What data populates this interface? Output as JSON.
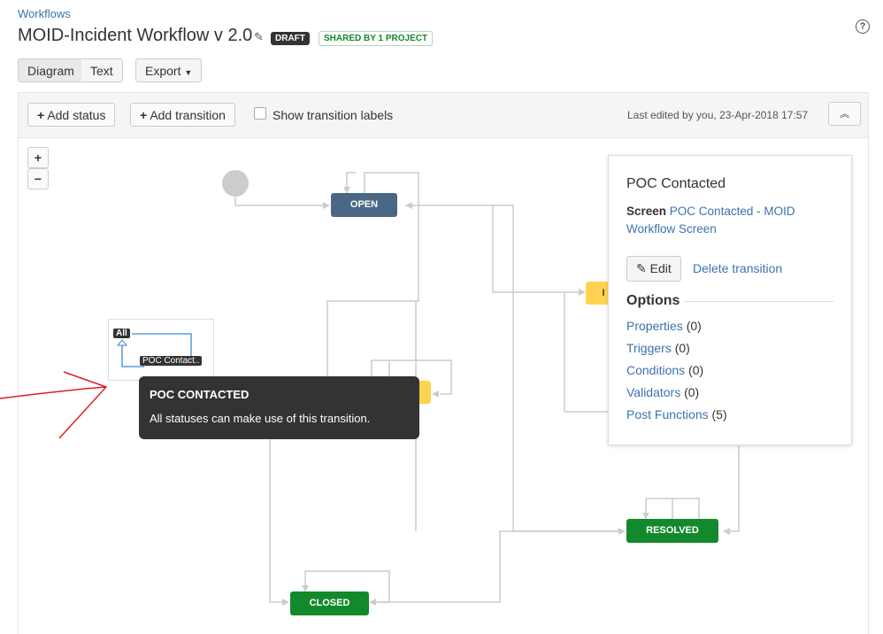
{
  "breadcrumb": "Workflows",
  "title": "MOID-Incident Workflow v 2.0",
  "badges": {
    "draft": "DRAFT",
    "shared": "SHARED BY 1 PROJECT"
  },
  "help": "?",
  "view_tabs": {
    "diagram": "Diagram",
    "text": "Text"
  },
  "export": "Export",
  "toolbar": {
    "add_status": "Add status",
    "add_transition": "Add transition",
    "show_labels": "Show transition labels",
    "last_edited": "Last edited by you, 23-Apr-2018 17:57"
  },
  "zoom": {
    "in": "+",
    "out": "−"
  },
  "statuses": {
    "open": "OPEN",
    "resolved": "RESOLVED",
    "closed": "CLOSED",
    "partial": "I"
  },
  "global_transition": {
    "all": "All",
    "label": "POC Contact.."
  },
  "tooltip": {
    "title": "POC CONTACTED",
    "text": "All statuses can make use of this transition."
  },
  "panel": {
    "title": "POC Contacted",
    "screen_label": "Screen",
    "screen_link": "POC Contacted - MOID Workflow Screen",
    "edit": "Edit",
    "delete": "Delete transition",
    "options_heading": "Options",
    "options": [
      "Properties",
      "Triggers",
      "Conditions",
      "Validators",
      "Post Functions"
    ],
    "counts": [
      "(0)",
      "(0)",
      "(0)",
      "(0)",
      "(5)"
    ]
  },
  "colors": {
    "open": "#4a6785",
    "inprogress": "#ffd351",
    "done": "#14892c"
  }
}
